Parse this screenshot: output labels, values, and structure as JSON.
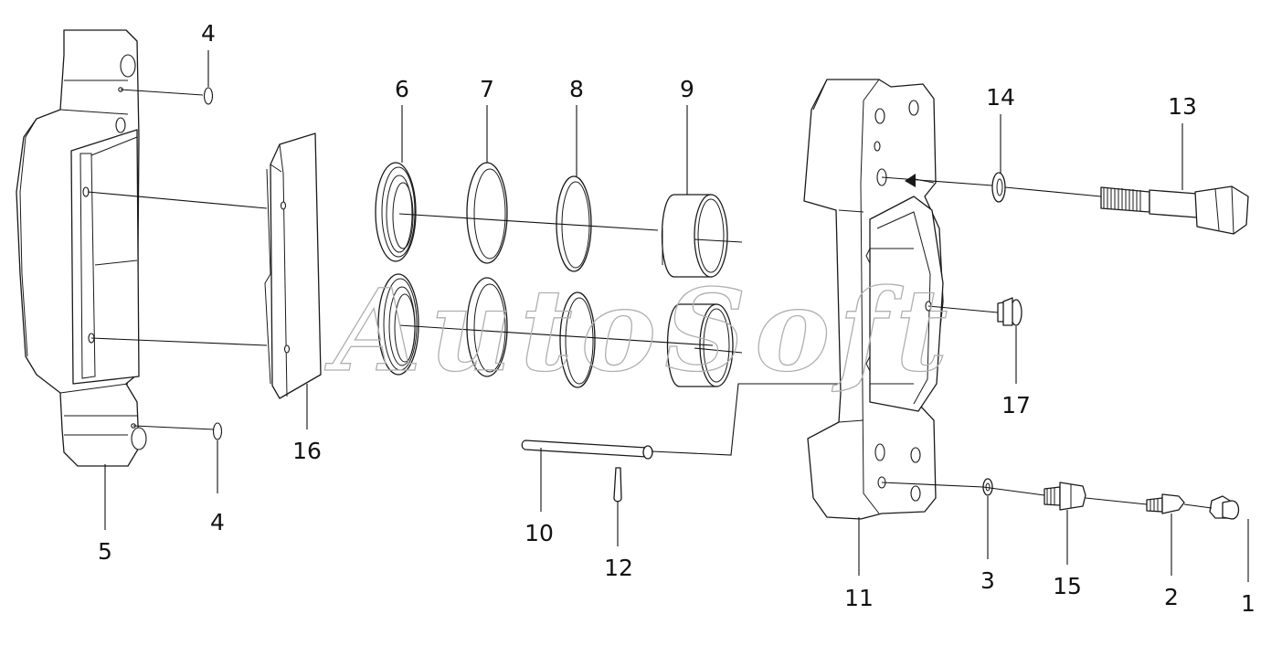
{
  "watermark": "AutoSoft",
  "callouts": [
    {
      "id": "1",
      "label": "1"
    },
    {
      "id": "2",
      "label": "2"
    },
    {
      "id": "3",
      "label": "3"
    },
    {
      "id": "4a",
      "label": "4"
    },
    {
      "id": "4b",
      "label": "4"
    },
    {
      "id": "5",
      "label": "5"
    },
    {
      "id": "6",
      "label": "6"
    },
    {
      "id": "7",
      "label": "7"
    },
    {
      "id": "8",
      "label": "8"
    },
    {
      "id": "9",
      "label": "9"
    },
    {
      "id": "10",
      "label": "10"
    },
    {
      "id": "11",
      "label": "11"
    },
    {
      "id": "12",
      "label": "12"
    },
    {
      "id": "13",
      "label": "13"
    },
    {
      "id": "14",
      "label": "14"
    },
    {
      "id": "15",
      "label": "15"
    },
    {
      "id": "16",
      "label": "16"
    },
    {
      "id": "17",
      "label": "17"
    }
  ]
}
